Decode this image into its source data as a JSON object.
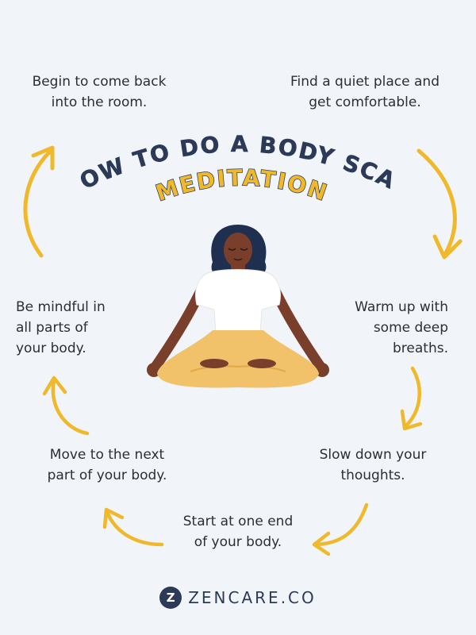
{
  "colors": {
    "background": "#f1f5fa",
    "accent": "#efb92b",
    "navy": "#2c3a57",
    "text": "#2b2f33",
    "skin": "#7a3f2b",
    "shirt": "#ffffff",
    "pants": "#f2c26a",
    "hair": "#1f2f4f"
  },
  "title": {
    "line1": "HOW TO DO A BODY SCAN",
    "line2": "MEDITATION"
  },
  "steps": {
    "find_place": "Find a quiet place and\nget comfortable.",
    "warm_up": "Warm up with\nsome deep\nbreaths.",
    "slow_down": "Slow down your\nthoughts.",
    "start_end": "Start at one end\nof your body.",
    "move_next": "Move to the next\npart of your body.",
    "mindful": "Be mindful in\nall parts of\nyour body.",
    "come_back": "Begin to come back\ninto the room."
  },
  "footer": {
    "logo_letter": "Z",
    "brand": "ZENCARE.CO"
  },
  "illustration": {
    "subject": "woman-meditating-lotus-pose-icon",
    "arrows": "curved-arrow-icon"
  }
}
